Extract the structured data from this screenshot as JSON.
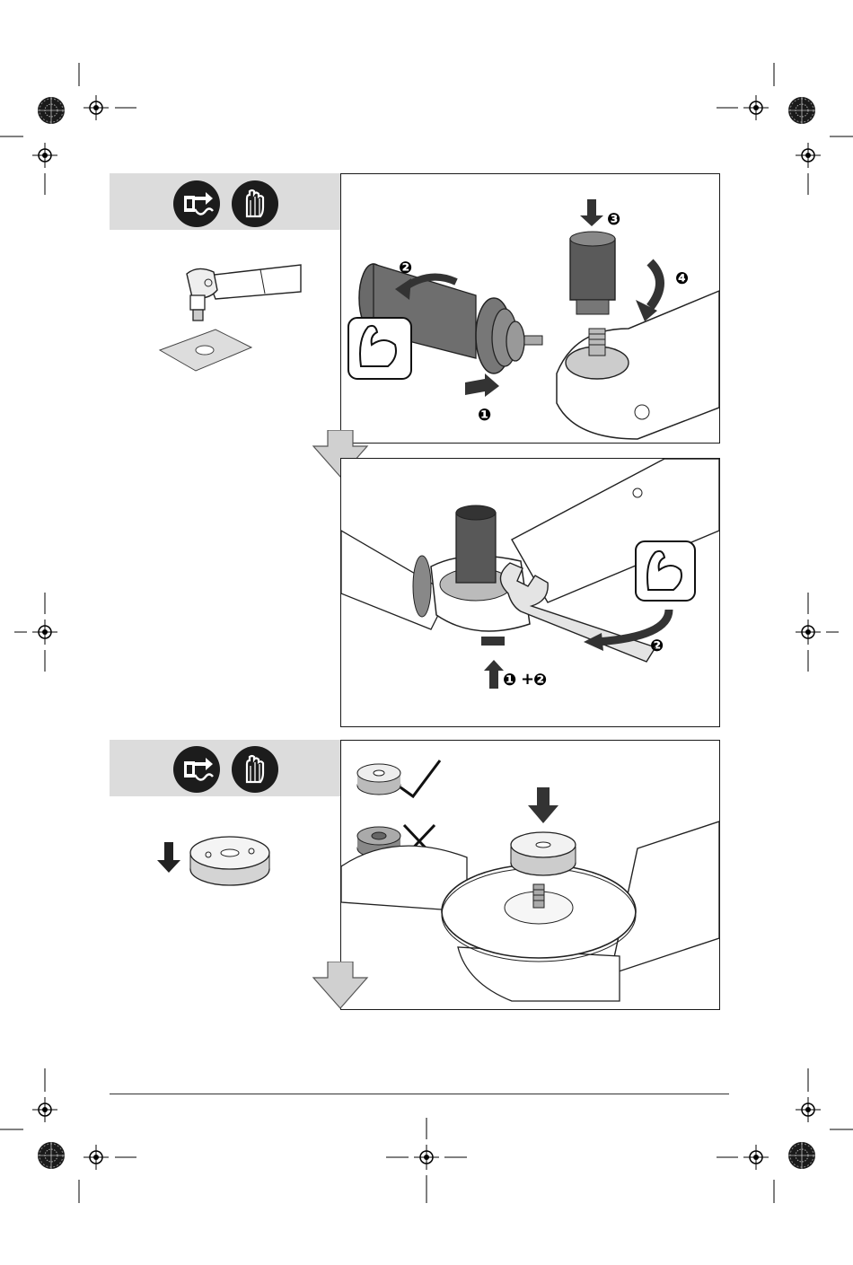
{
  "safety_icons": [
    "unplug-icon",
    "gloves-icon"
  ],
  "step_markers": {
    "remove": "❶",
    "rotate": "❷",
    "press": "❸",
    "tighten": "❹",
    "combo_plus": "+"
  },
  "colors": {
    "header_gray": "#dcdcdc",
    "icon_black": "#1c1c1c",
    "flow_arrow": "#d0d0d0",
    "part_dark": "#555555"
  }
}
